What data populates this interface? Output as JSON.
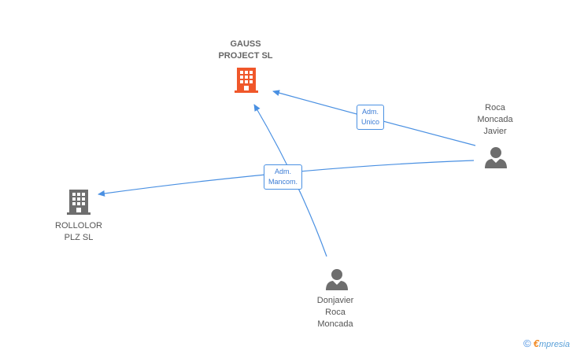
{
  "nodes": {
    "gauss": {
      "line1": "GAUSS",
      "line2": "PROJECT SL",
      "type": "company",
      "icon": "building-icon",
      "color": "#f0572a"
    },
    "rollolor": {
      "line1": "ROLLOLOR",
      "line2": "PLZ SL",
      "type": "company",
      "icon": "building-icon",
      "color": "#6e6e6e"
    },
    "roca": {
      "line1": "Roca",
      "line2": "Moncada",
      "line3": "Javier",
      "type": "person",
      "icon": "person-icon",
      "color": "#6e6e6e"
    },
    "donjavier": {
      "line1": "Donjavier",
      "line2": "Roca",
      "line3": "Moncada",
      "type": "person",
      "icon": "person-icon",
      "color": "#6e6e6e"
    }
  },
  "edges": {
    "adm_unico": {
      "line1": "Adm.",
      "line2": "Unico"
    },
    "adm_mancom": {
      "line1": "Adm.",
      "line2": "Mancom."
    }
  },
  "watermark": {
    "copyright": "©",
    "brand_first": "€",
    "brand_rest": "mpresia"
  },
  "colors": {
    "edge": "#4a90e2",
    "accent": "#f0572a",
    "gray": "#6e6e6e"
  }
}
